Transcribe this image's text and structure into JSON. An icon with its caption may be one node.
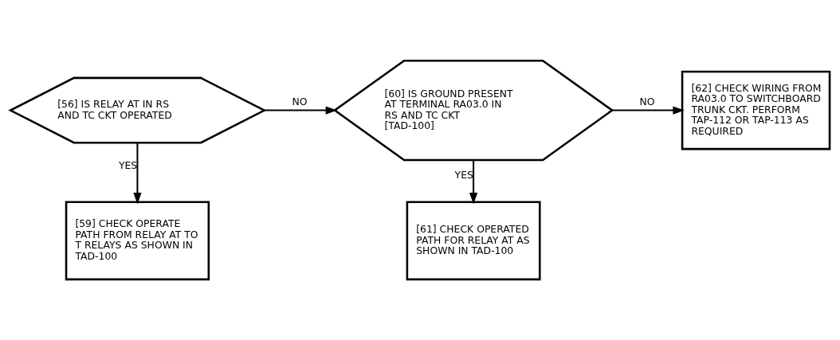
{
  "diagram": {
    "nodes": [
      {
        "text": [
          "[56] IS RELAY AT IN RS AND TC CKT OPERATED"
        ]
      },
      {
        "text": [
          "[60] IS GROUND PRESENT AT TERMINAL RA03.0 IN RS AND TC CKT [TAD-100]"
        ]
      },
      {
        "text": [
          "[62] CHECK WIRING FROM RA03.0 TO SWITCHBOARD TRUNK CKT. PERFORM TAP-112 OR TAP-113 AS REQUIRED"
        ]
      },
      {
        "text": [
          "[59] CHECK OPERATE PATH FROM RELAY AT TO T RELAYS AS SHOWN IN TAD-100"
        ]
      },
      {
        "text": [
          "[61] CHECK OPERATED PATH FOR RELAY AT AS SHOWN IN TAD-100"
        ]
      }
    ],
    "edges": [
      {
        "from": 0,
        "to": 1,
        "arrow": "to",
        "label": "NO"
      },
      {
        "from": 1,
        "to": 2,
        "arrow": "to",
        "label": "NO"
      },
      {
        "from": 0,
        "to": 3,
        "arrow": "to",
        "label": "YES"
      },
      {
        "from": 1,
        "to": 4,
        "arrow": "to",
        "label": "YES"
      }
    ]
  }
}
